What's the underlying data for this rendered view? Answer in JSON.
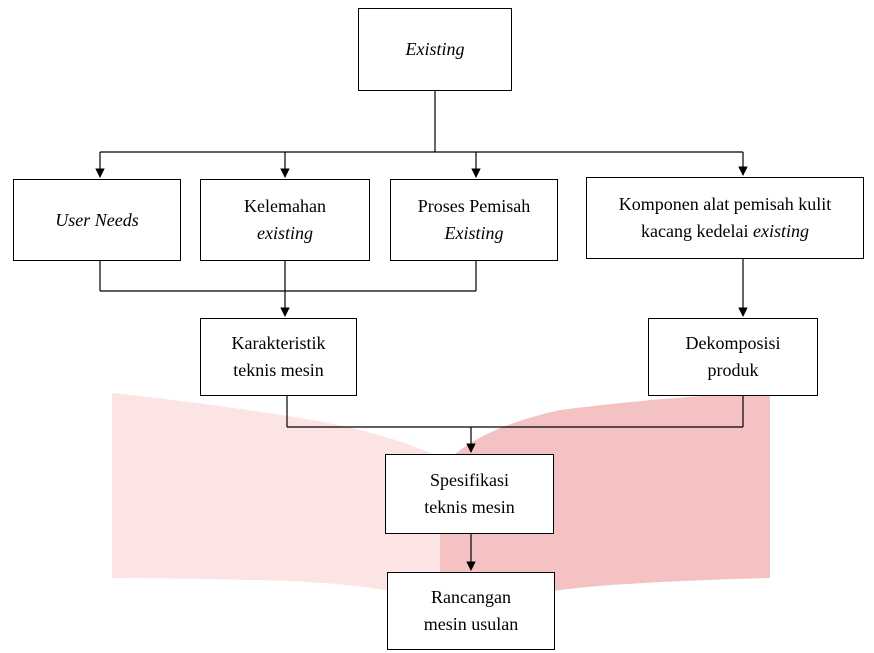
{
  "colors": {
    "line": "#000000",
    "box_fill": "#ffffff",
    "page_left": "#fce4e4",
    "page_right": "#f4c2c2"
  },
  "nodes": {
    "existing": {
      "l1": "Existing"
    },
    "user_needs": {
      "l1": "User Needs"
    },
    "kelemahan": {
      "l1": "Kelemahan",
      "l2": "existing"
    },
    "proses": {
      "l1": "Proses Pemisah",
      "l2": "Existing"
    },
    "komponen": {
      "l1": "Komponen alat pemisah kulit",
      "l2a": "kacang kedelai ",
      "l2b": "existing"
    },
    "karakteristik": {
      "l1": "Karakteristik",
      "l2": "teknis mesin"
    },
    "dekomposisi": {
      "l1": "Dekomposisi",
      "l2": "produk"
    },
    "spesifikasi": {
      "l1": "Spesifikasi",
      "l2": "teknis mesin"
    },
    "rancangan": {
      "l1": "Rancangan",
      "l2": "mesin usulan"
    }
  }
}
